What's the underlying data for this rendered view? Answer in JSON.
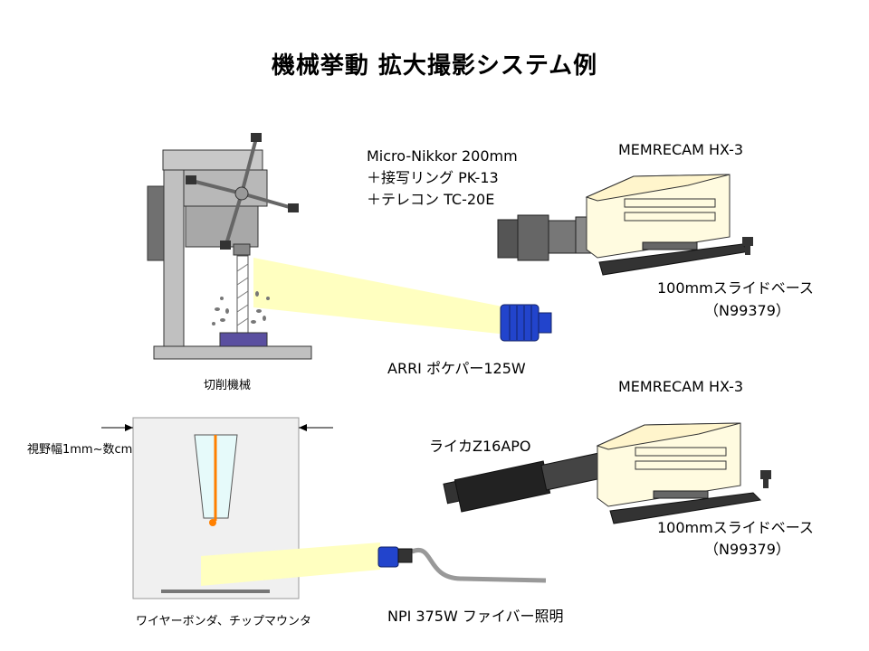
{
  "title": "機械挙動 拡大撮影システム例",
  "top": {
    "lens_lines": [
      "Micro-Nikkor 200mm",
      "＋接写リング PK-13",
      "＋テレコン TC-20E"
    ],
    "camera_label": "MEMRECAM HX-3",
    "slide_base_label": "100mmスライドベース",
    "slide_base_code": "（N99379）",
    "light_label": "ARRI ポケパー125W",
    "machine_label": "切削機械"
  },
  "bottom": {
    "camera_label": "MEMRECAM HX-3",
    "lens_label": "ライカZ16APO",
    "slide_base_label": "100mmスライドベース",
    "slide_base_code": "（N99379）",
    "fov_label": "視野幅1mm~数cm",
    "light_label": "NPI 375W ファイバー照明",
    "machine_label": "ワイヤーボンダ、チップマウンタ"
  },
  "colors": {
    "light_beam": "#ffffc0",
    "lamp_blue": "#2244cc",
    "machine_gray": "#b8b8b8",
    "camera_body": "#fffbe0",
    "wire_orange": "#ff8000"
  }
}
